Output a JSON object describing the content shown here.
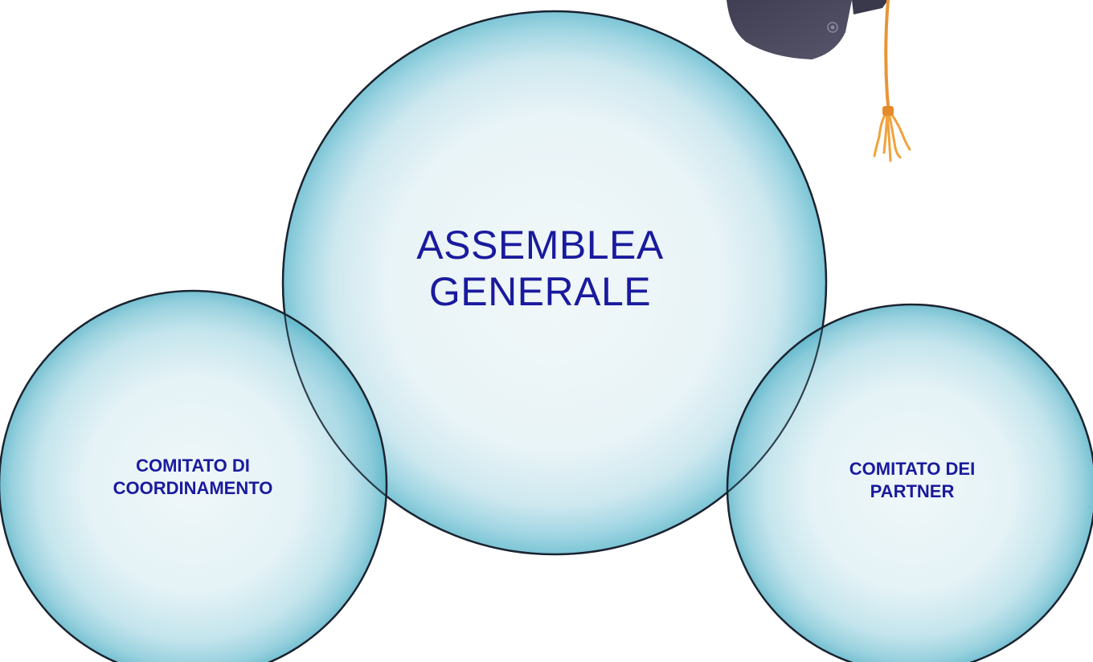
{
  "diagram": {
    "nodes": {
      "main": {
        "line1": "ASSEMBLEA",
        "line2": "GENERALE"
      },
      "left": {
        "line1": "COMITATO DI",
        "line2": "COORDINAMENTO"
      },
      "right": {
        "line1": "COMITATO DEI",
        "line2": "PARTNER"
      }
    },
    "decoration": {
      "icon": "graduation-cap-icon"
    },
    "colors": {
      "text": "#1a1a9e",
      "circle_fill_light": "#e8f3f6",
      "circle_fill_edge": "#6fc0d2",
      "circle_outline": "#1b2330",
      "cap_body": "#4b4a5e",
      "tassel": "#f4a340"
    }
  }
}
